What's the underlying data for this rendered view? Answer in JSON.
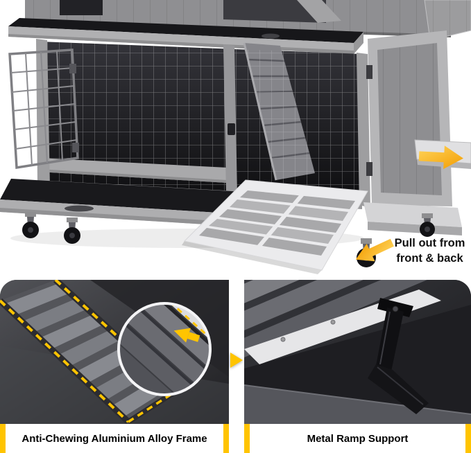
{
  "photo": {
    "annotation": {
      "line1": "Pull out from",
      "line2": "front & back"
    }
  },
  "features": [
    {
      "caption": "Anti-Chewing Aluminium Alloy Frame"
    },
    {
      "caption": "Metal Ramp Support"
    }
  ],
  "icons": {
    "arrow_right": "block-arrow-right",
    "arrow_front_back": "block-arrow-down-left",
    "panel_next": "triangle-right",
    "zoom_inset": "magnifier-circle"
  },
  "colors": {
    "accent_yellow": "#FFC400",
    "caption_text": "#000000",
    "annotation_text": "#111111",
    "background": "#FFFFFF",
    "wood_gray": "#8F8F92",
    "tray_black": "#19191C"
  }
}
